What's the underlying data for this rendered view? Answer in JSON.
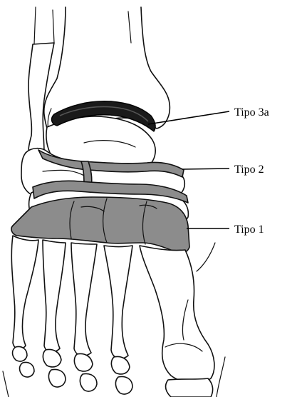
{
  "labels": {
    "tipo3a": "Tipo 3a",
    "tipo2": "Tipo 2",
    "tipo1": "Tipo 1"
  },
  "colors": {
    "outline": "#111111",
    "zone_grey": "#8c8c8c",
    "zone_dark": "#1a1a1a",
    "zone_dark_edge": "#555555",
    "background": "#ffffff"
  }
}
